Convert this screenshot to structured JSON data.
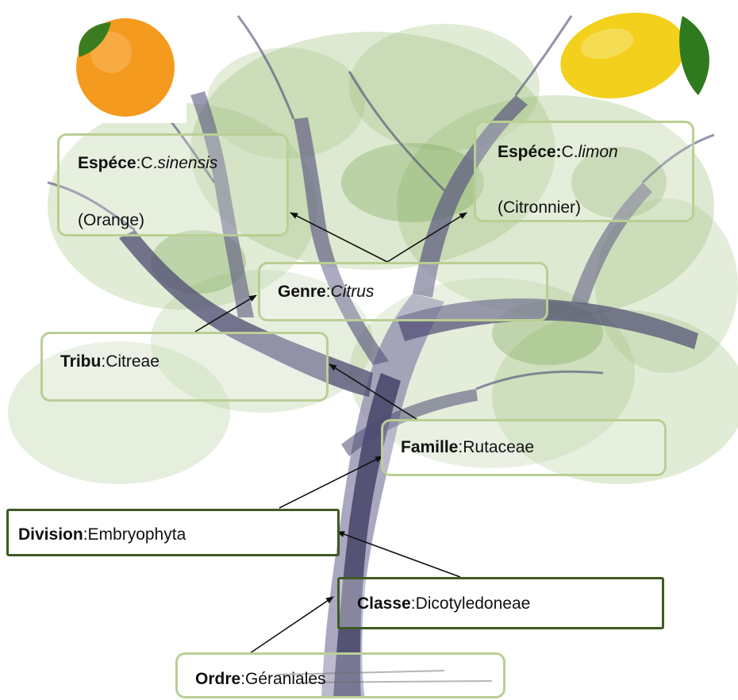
{
  "colors": {
    "light_border": "#b9cf94",
    "dark_border": "#3f5a22",
    "arrow": "#111111",
    "foliage": "#9dbf7a",
    "trunk": "#4d4a72"
  },
  "icons": [
    "orange-fruit-icon",
    "lemon-fruit-icon"
  ],
  "taxonomy": {
    "espece_orange": {
      "key": "Espéce",
      "sep": ":",
      "genus_abbr": "C.",
      "species": "sinensis",
      "common": "(Orange)"
    },
    "espece_limon": {
      "key": "Espéce:",
      "genus_abbr": "C.",
      "species": "limon",
      "common": "(Citronnier)"
    },
    "genre": {
      "key": "Genre",
      "sep": ":",
      "value": "Citrus"
    },
    "tribu": {
      "key": "Tribu",
      "sep": ":",
      "value": "Citreae"
    },
    "famille": {
      "key": "Famille",
      "sep": ":",
      "value": "Rutaceae"
    },
    "division": {
      "key": "Division",
      "sep": ":",
      "value": "Embryophyta"
    },
    "classe": {
      "key": "Classe",
      "sep": ":",
      "value": "Dicotyledoneae"
    },
    "ordre": {
      "key": "Ordre",
      "sep": ":",
      "value": "Géraniales"
    }
  }
}
